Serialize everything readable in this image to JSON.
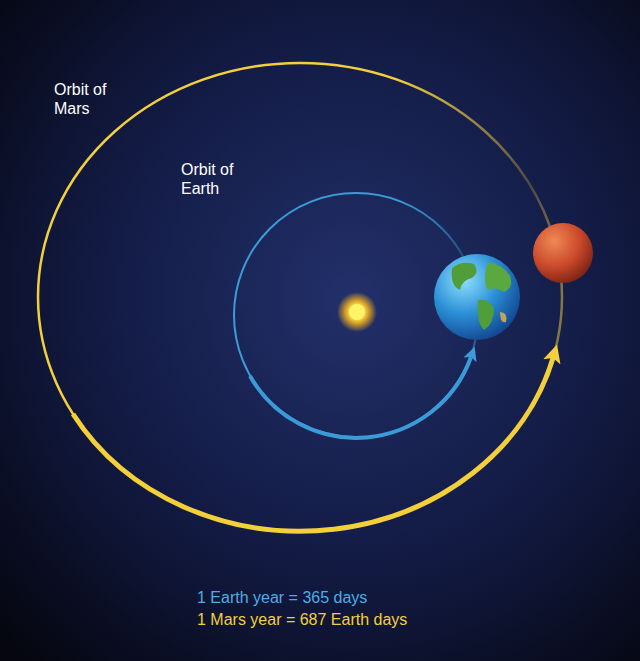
{
  "diagram": {
    "labels": [
      "Orbit of Mars",
      "Orbit of Earth",
      "1 Earth year = 365 days",
      "1 Mars year = 687 Earth days"
    ]
  }
}
